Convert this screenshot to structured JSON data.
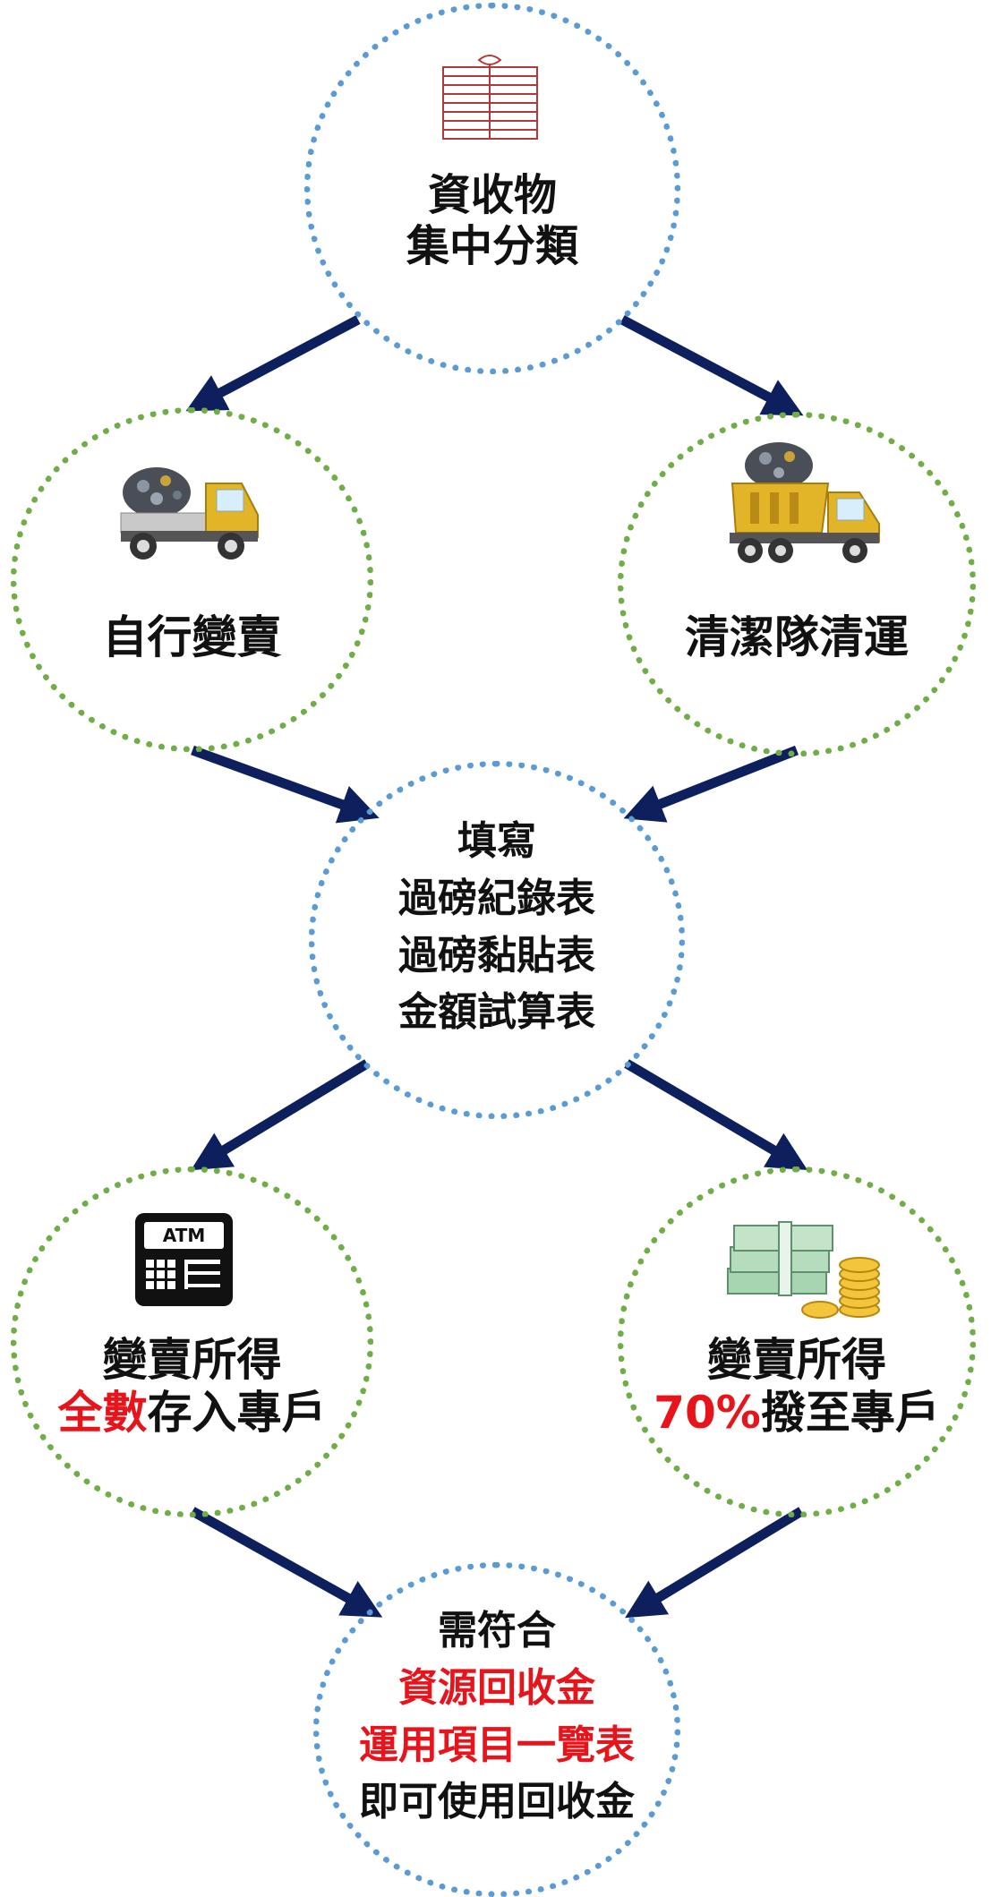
{
  "colors": {
    "arrow": "#0d1f5c",
    "blue_ring": "#5b9bd5",
    "green_ring": "#70ad47",
    "highlight": "#e8141c"
  },
  "nodes": {
    "top": {
      "icon": "newspaper-bundle-icon",
      "line1": "資收物",
      "line2": "集中分類"
    },
    "self_sell": {
      "icon": "recycling-truck-icon",
      "text": "自行變賣"
    },
    "cleaning_team": {
      "icon": "dump-truck-icon",
      "text": "清潔隊清運"
    },
    "middle": {
      "line1": "填寫",
      "line2": "過磅紀錄表",
      "line3": "過磅黏貼表",
      "line4": "金額試算表"
    },
    "full_deposit": {
      "icon": "atm-icon",
      "line1": "變賣所得",
      "line2_red": "全數",
      "line2_rest": "存入專戶"
    },
    "partial_deposit": {
      "icon": "money-coins-icon",
      "line1": "變賣所得",
      "line2_red": "70%",
      "line2_rest": "撥至專戶"
    },
    "bottom": {
      "line1": "需符合",
      "line2": "資源回收金",
      "line3": "運用項目一覽表",
      "line4": "即可使用回收金"
    }
  },
  "atm_label": "ATM"
}
